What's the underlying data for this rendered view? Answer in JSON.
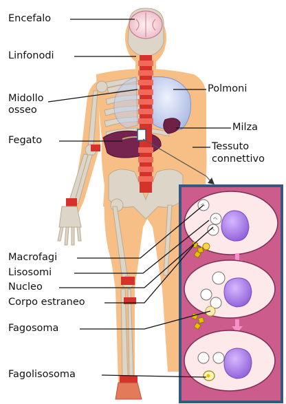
{
  "labels": {
    "encefalo": "Encefalo",
    "linfonodi": "Linfonodi",
    "midollo_line1": "Midollo",
    "midollo_line2": "osseo",
    "fegato": "Fegato",
    "polmoni": "Polmoni",
    "milza": "Milza",
    "tessuto_line1": "Tessuto",
    "tessuto_line2": "connettivo",
    "macrofagi": "Macrofagi",
    "lisosomi": "Lisosomi",
    "nucleo": "Nucleo",
    "corpo_estraneo": "Corpo estraneo",
    "fagosoma": "Fagosoma",
    "fagolisosoma": "Fagolisosoma"
  },
  "colors": {
    "skin": "#f7bf86",
    "bone": "#ddd6c8",
    "marrow": "#d4322a",
    "lung": "#c2cfee",
    "liver": "#74244e",
    "panel_bg": "#cc5c8c",
    "panel_border": "#35587e",
    "cell": "#fde8ea",
    "nucleus": "#a87de0",
    "particle": "#e8c000",
    "arrow": "#f590c8"
  }
}
